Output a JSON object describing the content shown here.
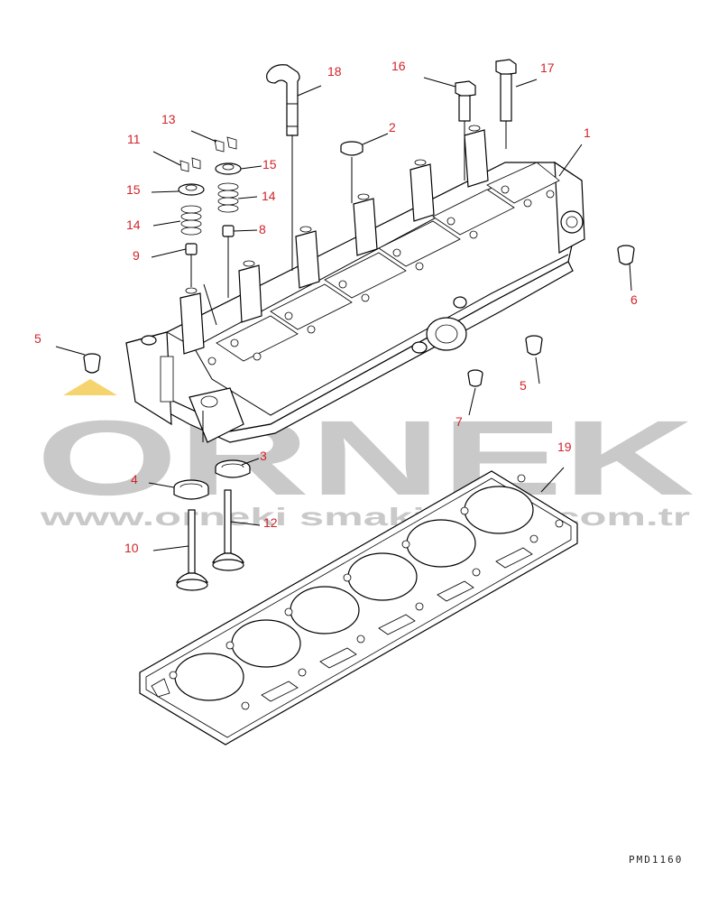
{
  "watermark": {
    "brand": "ORNEK",
    "url": "www.orneki smakinalari.com.tr",
    "color": "#c9c9c9",
    "accent": "#f2c94c"
  },
  "drawing_code": "PMD1160",
  "callout_color": "#d2232a",
  "callouts": [
    {
      "id": "c1",
      "label": "1"
    },
    {
      "id": "c2",
      "label": "2"
    },
    {
      "id": "c3",
      "label": "3"
    },
    {
      "id": "c4",
      "label": "4"
    },
    {
      "id": "c5a",
      "label": "5"
    },
    {
      "id": "c5b",
      "label": "5"
    },
    {
      "id": "c6",
      "label": "6"
    },
    {
      "id": "c7",
      "label": "7"
    },
    {
      "id": "c8",
      "label": "8"
    },
    {
      "id": "c9",
      "label": "9"
    },
    {
      "id": "c10",
      "label": "10"
    },
    {
      "id": "c11",
      "label": "11"
    },
    {
      "id": "c12",
      "label": "12"
    },
    {
      "id": "c13",
      "label": "13"
    },
    {
      "id": "c14a",
      "label": "14"
    },
    {
      "id": "c14b",
      "label": "14"
    },
    {
      "id": "c15a",
      "label": "15"
    },
    {
      "id": "c15b",
      "label": "15"
    },
    {
      "id": "c16",
      "label": "16"
    },
    {
      "id": "c17",
      "label": "17"
    },
    {
      "id": "c18",
      "label": "18"
    },
    {
      "id": "c19",
      "label": "19"
    }
  ]
}
